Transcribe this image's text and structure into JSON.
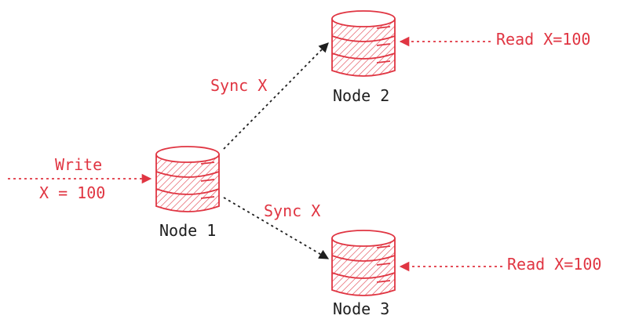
{
  "colors": {
    "accent": "#e03542",
    "ink": "#1e1e1e"
  },
  "nodes": [
    {
      "id": "node-1",
      "label": "Node 1",
      "icon": "database-icon"
    },
    {
      "id": "node-2",
      "label": "Node 2",
      "icon": "database-icon"
    },
    {
      "id": "node-3",
      "label": "Node 3",
      "icon": "database-icon"
    }
  ],
  "labels": {
    "write_line1": "Write",
    "write_line2": "X = 100",
    "sync_to_node2": "Sync X",
    "sync_to_node3": "Sync X",
    "read_node2": "Read X=100",
    "read_node3": "Read X=100"
  }
}
